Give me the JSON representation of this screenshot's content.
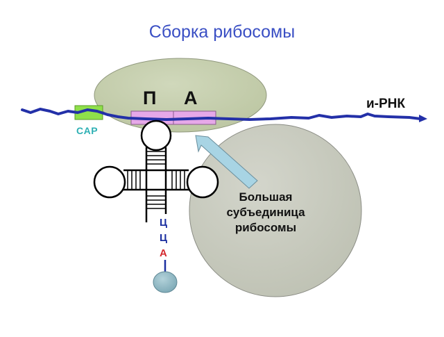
{
  "title": "Сборка  рибосомы",
  "labels": {
    "site_p": "П",
    "site_a": "А",
    "mrna": "и-РНК",
    "cap": "CAP",
    "large_subunit": "Большая субъединица рибосомы",
    "cca": [
      "Ц",
      "Ц",
      "А"
    ]
  },
  "colors": {
    "title": "#3a4fc4",
    "mrna": "#2330a8",
    "small_subunit": "#c6cfae",
    "large_subunit": "#c9ccc0",
    "cap": "#8fe04a",
    "codon_fill": "#e6a8e8",
    "arrow": "#a8d4e4",
    "cap_text": "#2eb0b4",
    "cca_c": "#1b2fa0",
    "cca_a": "#d4282e",
    "amino_acid": "#8fb8c4"
  }
}
